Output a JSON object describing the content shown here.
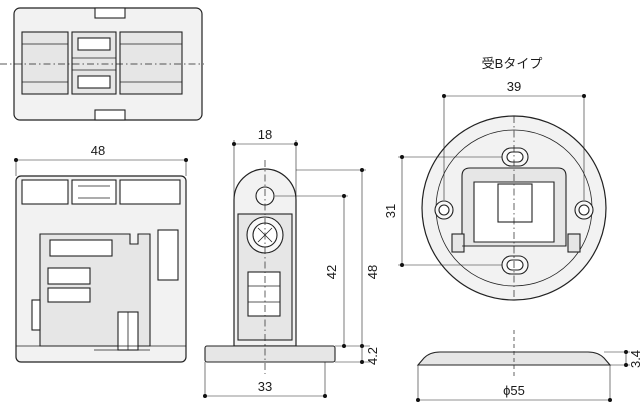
{
  "views": {
    "side": {
      "width_label": "48"
    },
    "front": {
      "top_label": "18",
      "height_label_a": "42",
      "height_label_b": "48",
      "base_label": "4.2",
      "width_label": "33"
    },
    "round": {
      "title": "受Bタイプ",
      "span_label": "39",
      "pitch_label": "31",
      "thickness_label": "3.4",
      "diameter_label": "ϕ55"
    }
  }
}
